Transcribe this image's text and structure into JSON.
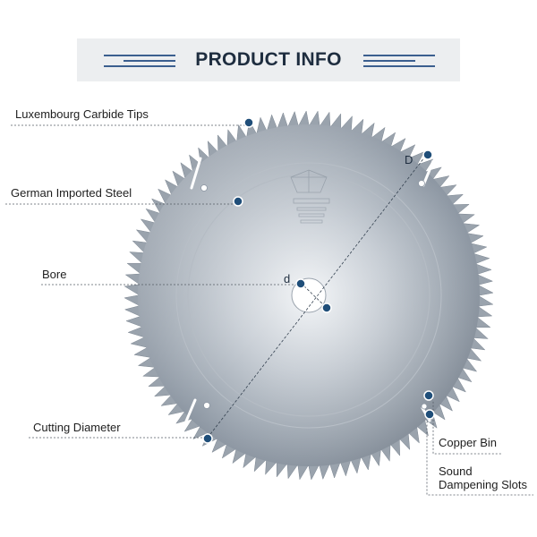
{
  "banner": {
    "title": "PRODUCT INFO"
  },
  "labels": {
    "carbide_tips": "Luxembourg Carbide Tips",
    "steel": "German Imported Steel",
    "bore": "Bore",
    "cutting_diameter": "Cutting Diameter",
    "copper_bin": "Copper Bin",
    "sound_slots_line1": "Sound",
    "sound_slots_line2": "Dampening Slots"
  },
  "blade_marks": {
    "outer_diameter": "D",
    "bore_diameter": "d"
  },
  "colors": {
    "accent": "#2f4f7a",
    "marker": "#1f4e79",
    "banner_bg": "#eceef0",
    "title": "#1e2d3f"
  }
}
